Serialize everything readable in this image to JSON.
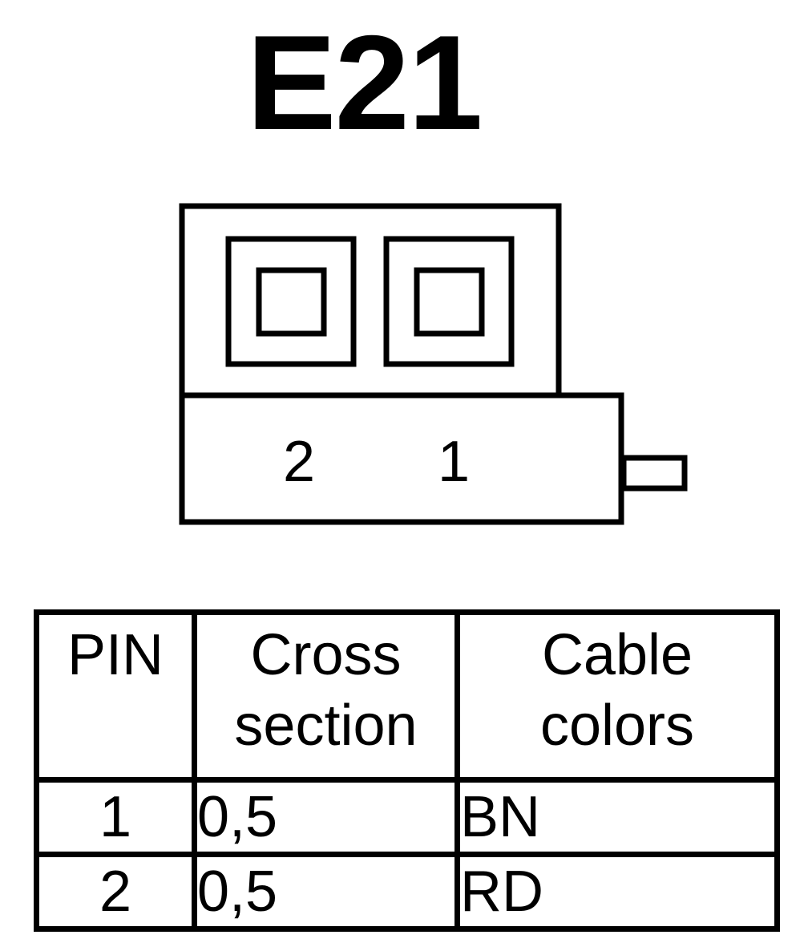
{
  "title": "E21",
  "connector": {
    "pin_labels": [
      "2",
      "1"
    ]
  },
  "table": {
    "headers": {
      "pin": "PIN",
      "cross_section": [
        "Cross",
        "section"
      ],
      "cable_colors": [
        "Cable",
        "colors"
      ]
    },
    "rows": [
      {
        "pin": "1",
        "cross_section": "0,5",
        "color": "BN"
      },
      {
        "pin": "2",
        "cross_section": "0,5",
        "color": "RD"
      }
    ]
  }
}
